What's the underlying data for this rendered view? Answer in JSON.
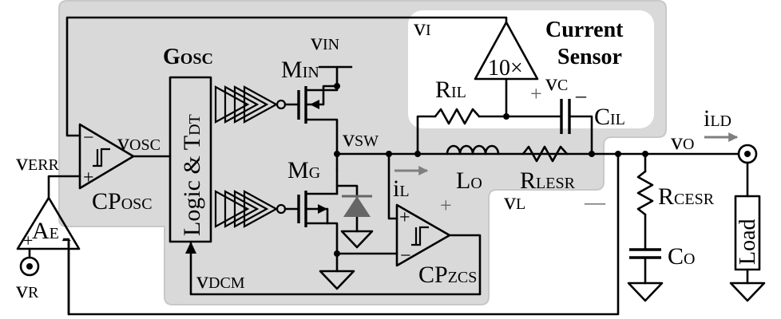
{
  "colors": {
    "region_fill": "#d9d9d9",
    "region_stroke": "#c8c8c8",
    "sensor_fill": "#ffffff",
    "wire": "#000000",
    "arrow_gray": "#7f7f7f",
    "diode": "#666666"
  },
  "regions": {
    "g_osc_main": "G",
    "g_osc_sub": "OSC",
    "sensor_line1": "Current",
    "sensor_line2": "Sensor"
  },
  "blocks": {
    "logic": "Logic & T",
    "logic_sub": "DT",
    "amp_gain": "10×"
  },
  "labels": {
    "vin_main": "v",
    "vin_sub": "IN",
    "min_main": "M",
    "min_sub": "IN",
    "mg_main": "M",
    "mg_sub": "G",
    "vi_main": "v",
    "vi_sub": "I",
    "ril_main": "R",
    "ril_sub": "IL",
    "vc_main": "v",
    "vc_sub": "C",
    "vc_plus": "+",
    "vc_minus": "_",
    "cil_main": "C",
    "cil_sub": "IL",
    "vsw_main": "v",
    "vsw_sub": "SW",
    "il_main": "i",
    "il_sub": "L",
    "lo_main": "L",
    "lo_sub": "O",
    "rlesr_main": "R",
    "rlesr_sub": "LESR",
    "vl_main": "v",
    "vl_sub": "L",
    "vl_plus": "+",
    "vl_minus": "—",
    "ild_main": "i",
    "ild_sub": "LD",
    "vo_main": "v",
    "vo_sub": "O",
    "rcesr_main": "R",
    "rcesr_sub": "CESR",
    "co_main": "C",
    "co_sub": "O",
    "load": "Load",
    "vosc_main": "v",
    "vosc_sub": "OSC",
    "verr_main": "v",
    "verr_sub": "ERR",
    "cposc_main": "CP",
    "cposc_sub": "OSC",
    "ae_main": "A",
    "ae_sub": "E",
    "vr_main": "v",
    "vr_sub": "R",
    "cpzcs_main": "CP",
    "cpzcs_sub": "ZCS",
    "vdcm_main": "v",
    "vdcm_sub": "DCM",
    "cmp_plus": "+",
    "cmp_minus": "−"
  }
}
